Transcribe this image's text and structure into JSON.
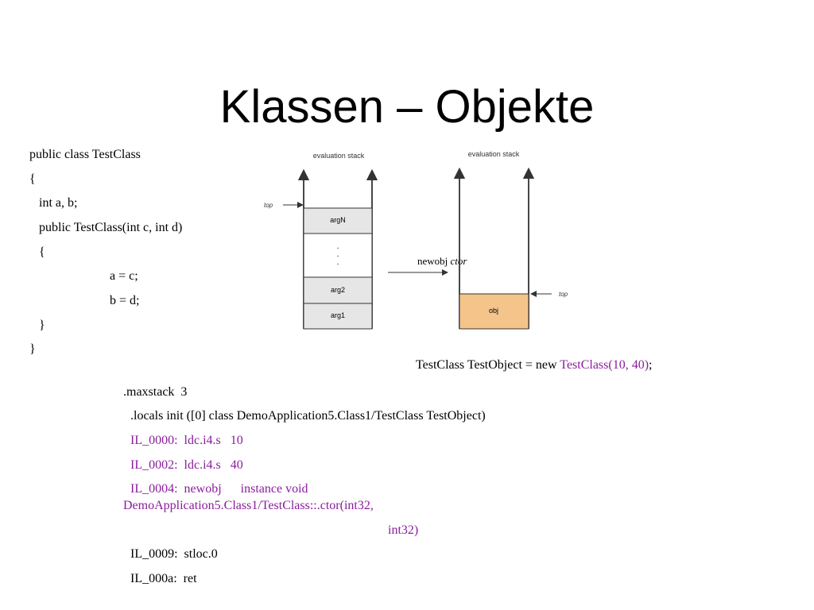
{
  "title": "Klassen – Objekte",
  "source_code": [
    "public class TestClass",
    "{",
    "int a, b;",
    "public TestClass(int c, int d)",
    "{",
    "a = c;",
    "b = d;",
    "}",
    "}"
  ],
  "diagram": {
    "left_stack": {
      "label": "evaluation stack",
      "top_label": "top",
      "items": [
        "argN",
        ".",
        ".",
        ".",
        "arg2",
        "arg1"
      ]
    },
    "transition": {
      "op": "newobj",
      "arg": "ctor"
    },
    "right_stack": {
      "label": "evaluation stack",
      "top_label": "top",
      "items": [
        "obj"
      ]
    },
    "colors": {
      "cell_fill": "#e6e6e6",
      "obj_fill": "#f4c48a",
      "line": "#333333"
    }
  },
  "statement": {
    "prefix": "TestClass TestObject = new ",
    "call": "TestClass(10, 40)",
    "suffix": ";"
  },
  "il_code": [
    ".maxstack  3",
    ".locals init ([0] class DemoApplication5.Class1/TestClass TestObject)",
    "IL_0000:  ldc.i4.s   10",
    "IL_0002:  ldc.i4.s   40",
    "IL_0004:  newobj      instance void",
    "DemoApplication5.Class1/TestClass::.ctor(int32,",
    "int32)",
    "IL_0009:  stloc.0",
    "IL_000a:  ret"
  ]
}
